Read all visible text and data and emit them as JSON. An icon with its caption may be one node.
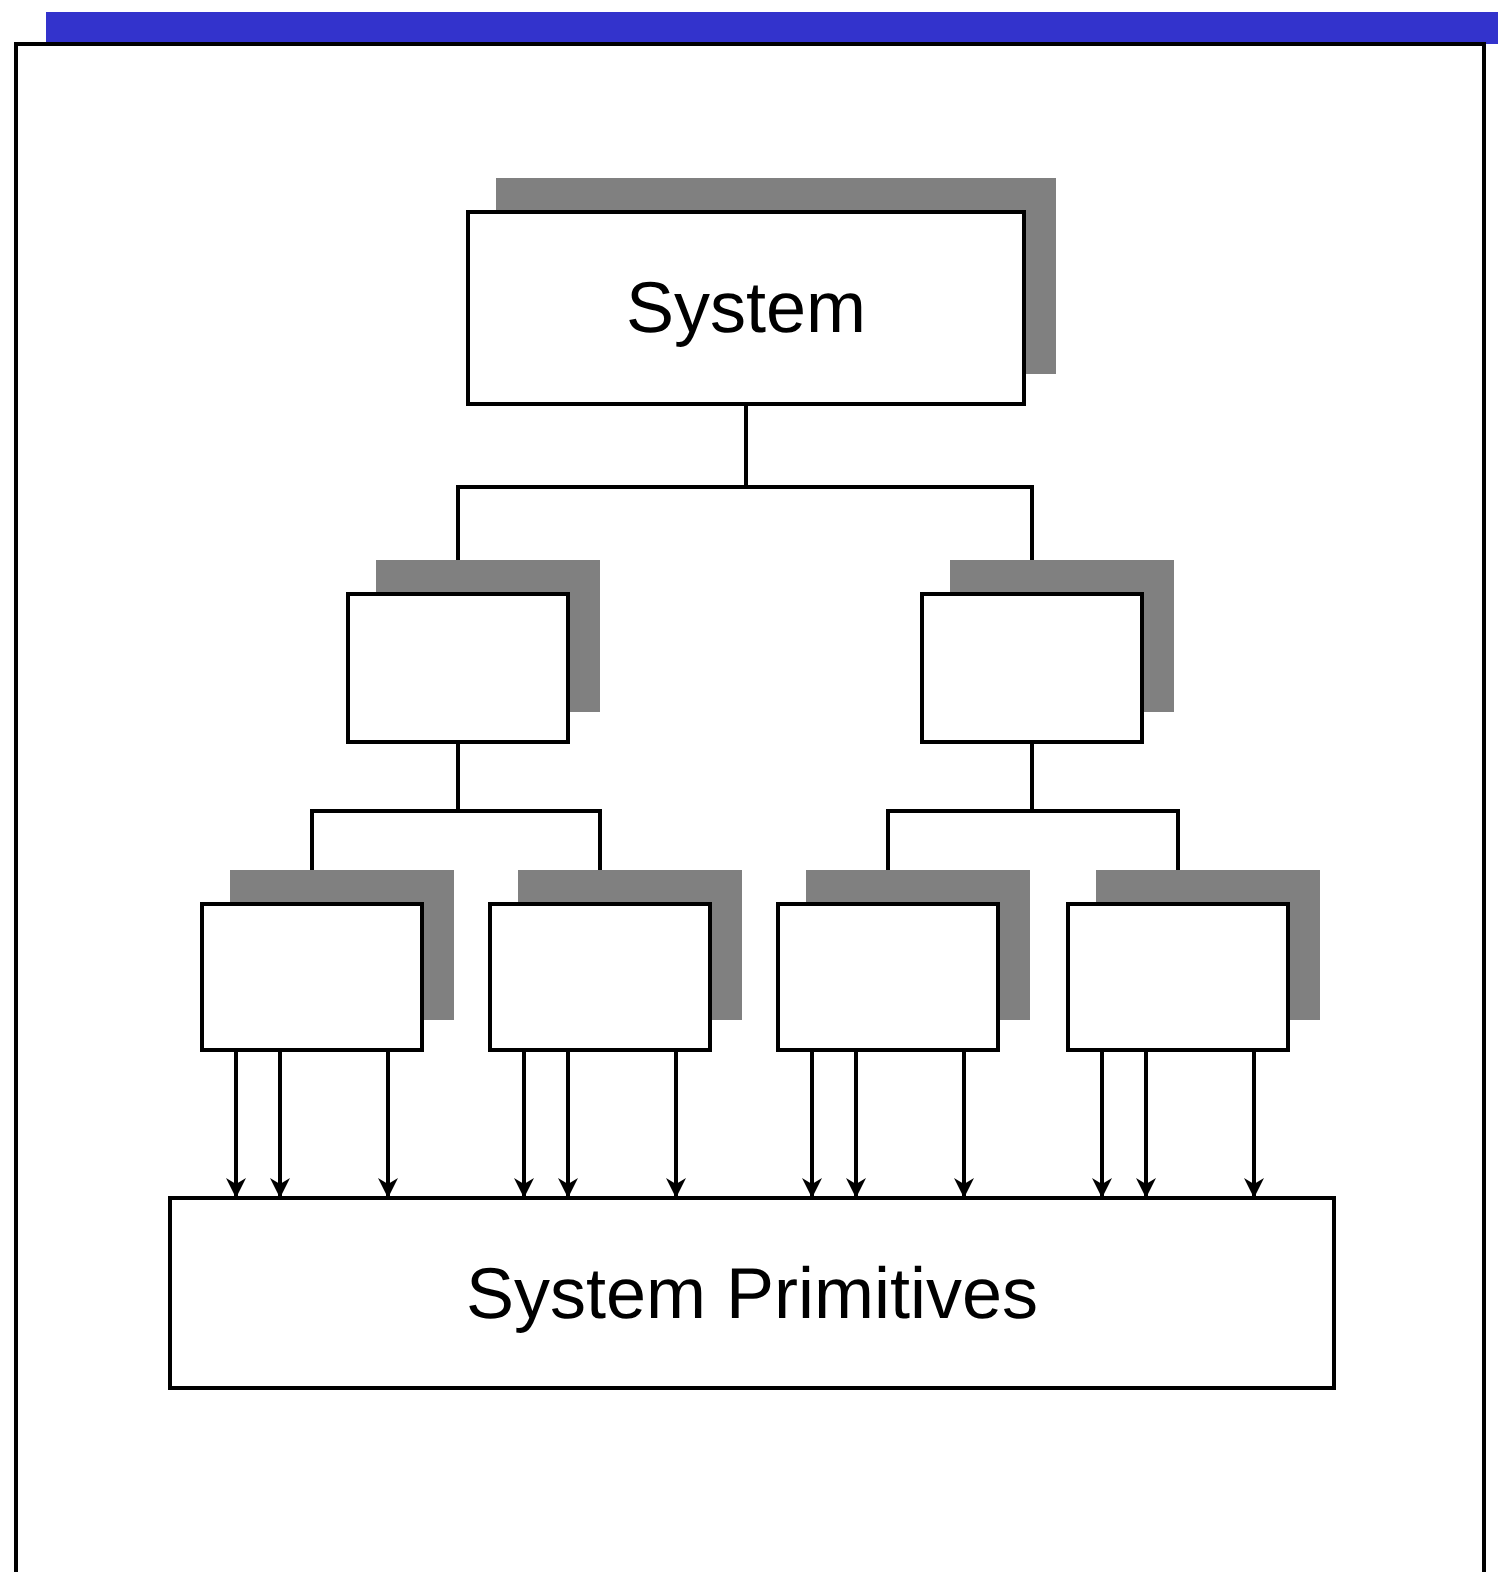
{
  "diagram": {
    "nodes": [
      {
        "text": [
          "System"
        ]
      },
      {
        "text": [],
        "shape": "box"
      },
      {
        "text": [],
        "shape": "box"
      },
      {
        "text": [],
        "shape": "box"
      },
      {
        "text": [],
        "shape": "box"
      },
      {
        "text": [],
        "shape": "box"
      },
      {
        "text": [],
        "shape": "box"
      },
      {
        "text": [
          "System Primitives"
        ]
      }
    ],
    "edges": [
      {
        "from": 0,
        "to": 1,
        "arrow": "none"
      },
      {
        "from": 0,
        "to": 2,
        "arrow": "none"
      },
      {
        "from": 1,
        "to": 3,
        "arrow": "none"
      },
      {
        "from": 1,
        "to": 4,
        "arrow": "none"
      },
      {
        "from": 2,
        "to": 5,
        "arrow": "none"
      },
      {
        "from": 2,
        "to": 6,
        "arrow": "none"
      },
      {
        "from": 3,
        "to": 7,
        "arrow": "to"
      },
      {
        "from": 3,
        "to": 7,
        "arrow": "to"
      },
      {
        "from": 3,
        "to": 7,
        "arrow": "to"
      },
      {
        "from": 4,
        "to": 7,
        "arrow": "to"
      },
      {
        "from": 4,
        "to": 7,
        "arrow": "to"
      },
      {
        "from": 4,
        "to": 7,
        "arrow": "to"
      },
      {
        "from": 5,
        "to": 7,
        "arrow": "to"
      },
      {
        "from": 5,
        "to": 7,
        "arrow": "to"
      },
      {
        "from": 5,
        "to": 7,
        "arrow": "to"
      },
      {
        "from": 6,
        "to": 7,
        "arrow": "to"
      },
      {
        "from": 6,
        "to": 7,
        "arrow": "to"
      },
      {
        "from": 6,
        "to": 7,
        "arrow": "to"
      }
    ]
  }
}
